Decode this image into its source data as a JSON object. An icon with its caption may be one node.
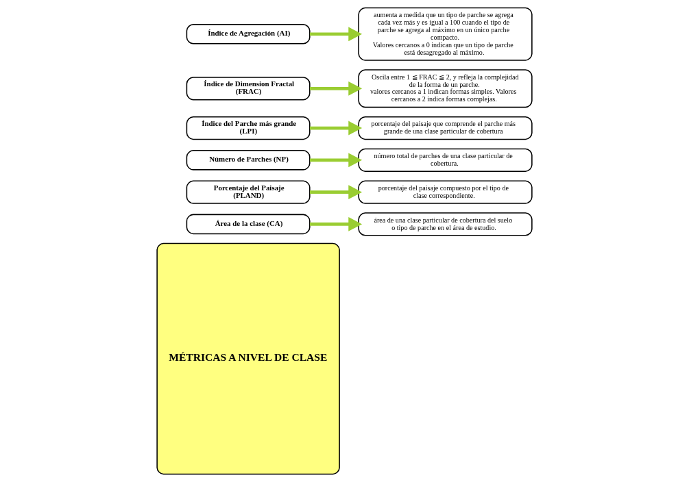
{
  "diagram": {
    "nodes": [
      {
        "text": [
          "MÉTRICAS A NIVEL DE CLASE"
        ]
      },
      {
        "text": [
          "Área de la clase (CA)"
        ]
      },
      {
        "text": [
          "área de una clase particular de cobertura del suelo o tipo de parche en el área de estudio."
        ]
      },
      {
        "text": [
          "Porcentaje del Paisaje (PLAND)"
        ]
      },
      {
        "text": [
          "porcentaje del paisaje compuesto por el tipo de clase correspondiente."
        ]
      },
      {
        "text": [
          "Número de Parches (NP)"
        ]
      },
      {
        "text": [
          "número total de parches de una clase particular de cobertura."
        ]
      },
      {
        "text": [
          "Índice del Parche más grande (LPI)"
        ]
      },
      {
        "text": [
          "porcentaje del paisaje que comprende el parche más grande de una clase particular de cobertura"
        ]
      },
      {
        "text": [
          "Índice de Dimension Fractal (FRAC)"
        ]
      },
      {
        "text": [
          "Oscila entre 1 ≦ FRAC ≦ 2, y refleja la complejidad de la forma de un parche.",
          "valores cercanos a 1 indican formas simples. Valores cercanos a 2 indica formas complejas."
        ]
      },
      {
        "text": [
          "Índice de Agregación (AI)"
        ]
      },
      {
        "text": [
          "aumenta a medida que un tipo de parche se agrega cada vez más y es igual a 100 cuando el tipo de parche se agrega al máximo en un único parche compacto.",
          "Valores cercanos a 0 indican que un tipo de parche está desagregado al máximo."
        ]
      }
    ],
    "edges": [
      {
        "from": 1,
        "to": 2,
        "arrow": "to"
      },
      {
        "from": 3,
        "to": 4,
        "arrow": "to"
      },
      {
        "from": 5,
        "to": 6,
        "arrow": "to"
      },
      {
        "from": 7,
        "to": 8,
        "arrow": "to"
      },
      {
        "from": 9,
        "to": 10,
        "arrow": "to"
      },
      {
        "from": 11,
        "to": 12,
        "arrow": "to"
      }
    ]
  }
}
